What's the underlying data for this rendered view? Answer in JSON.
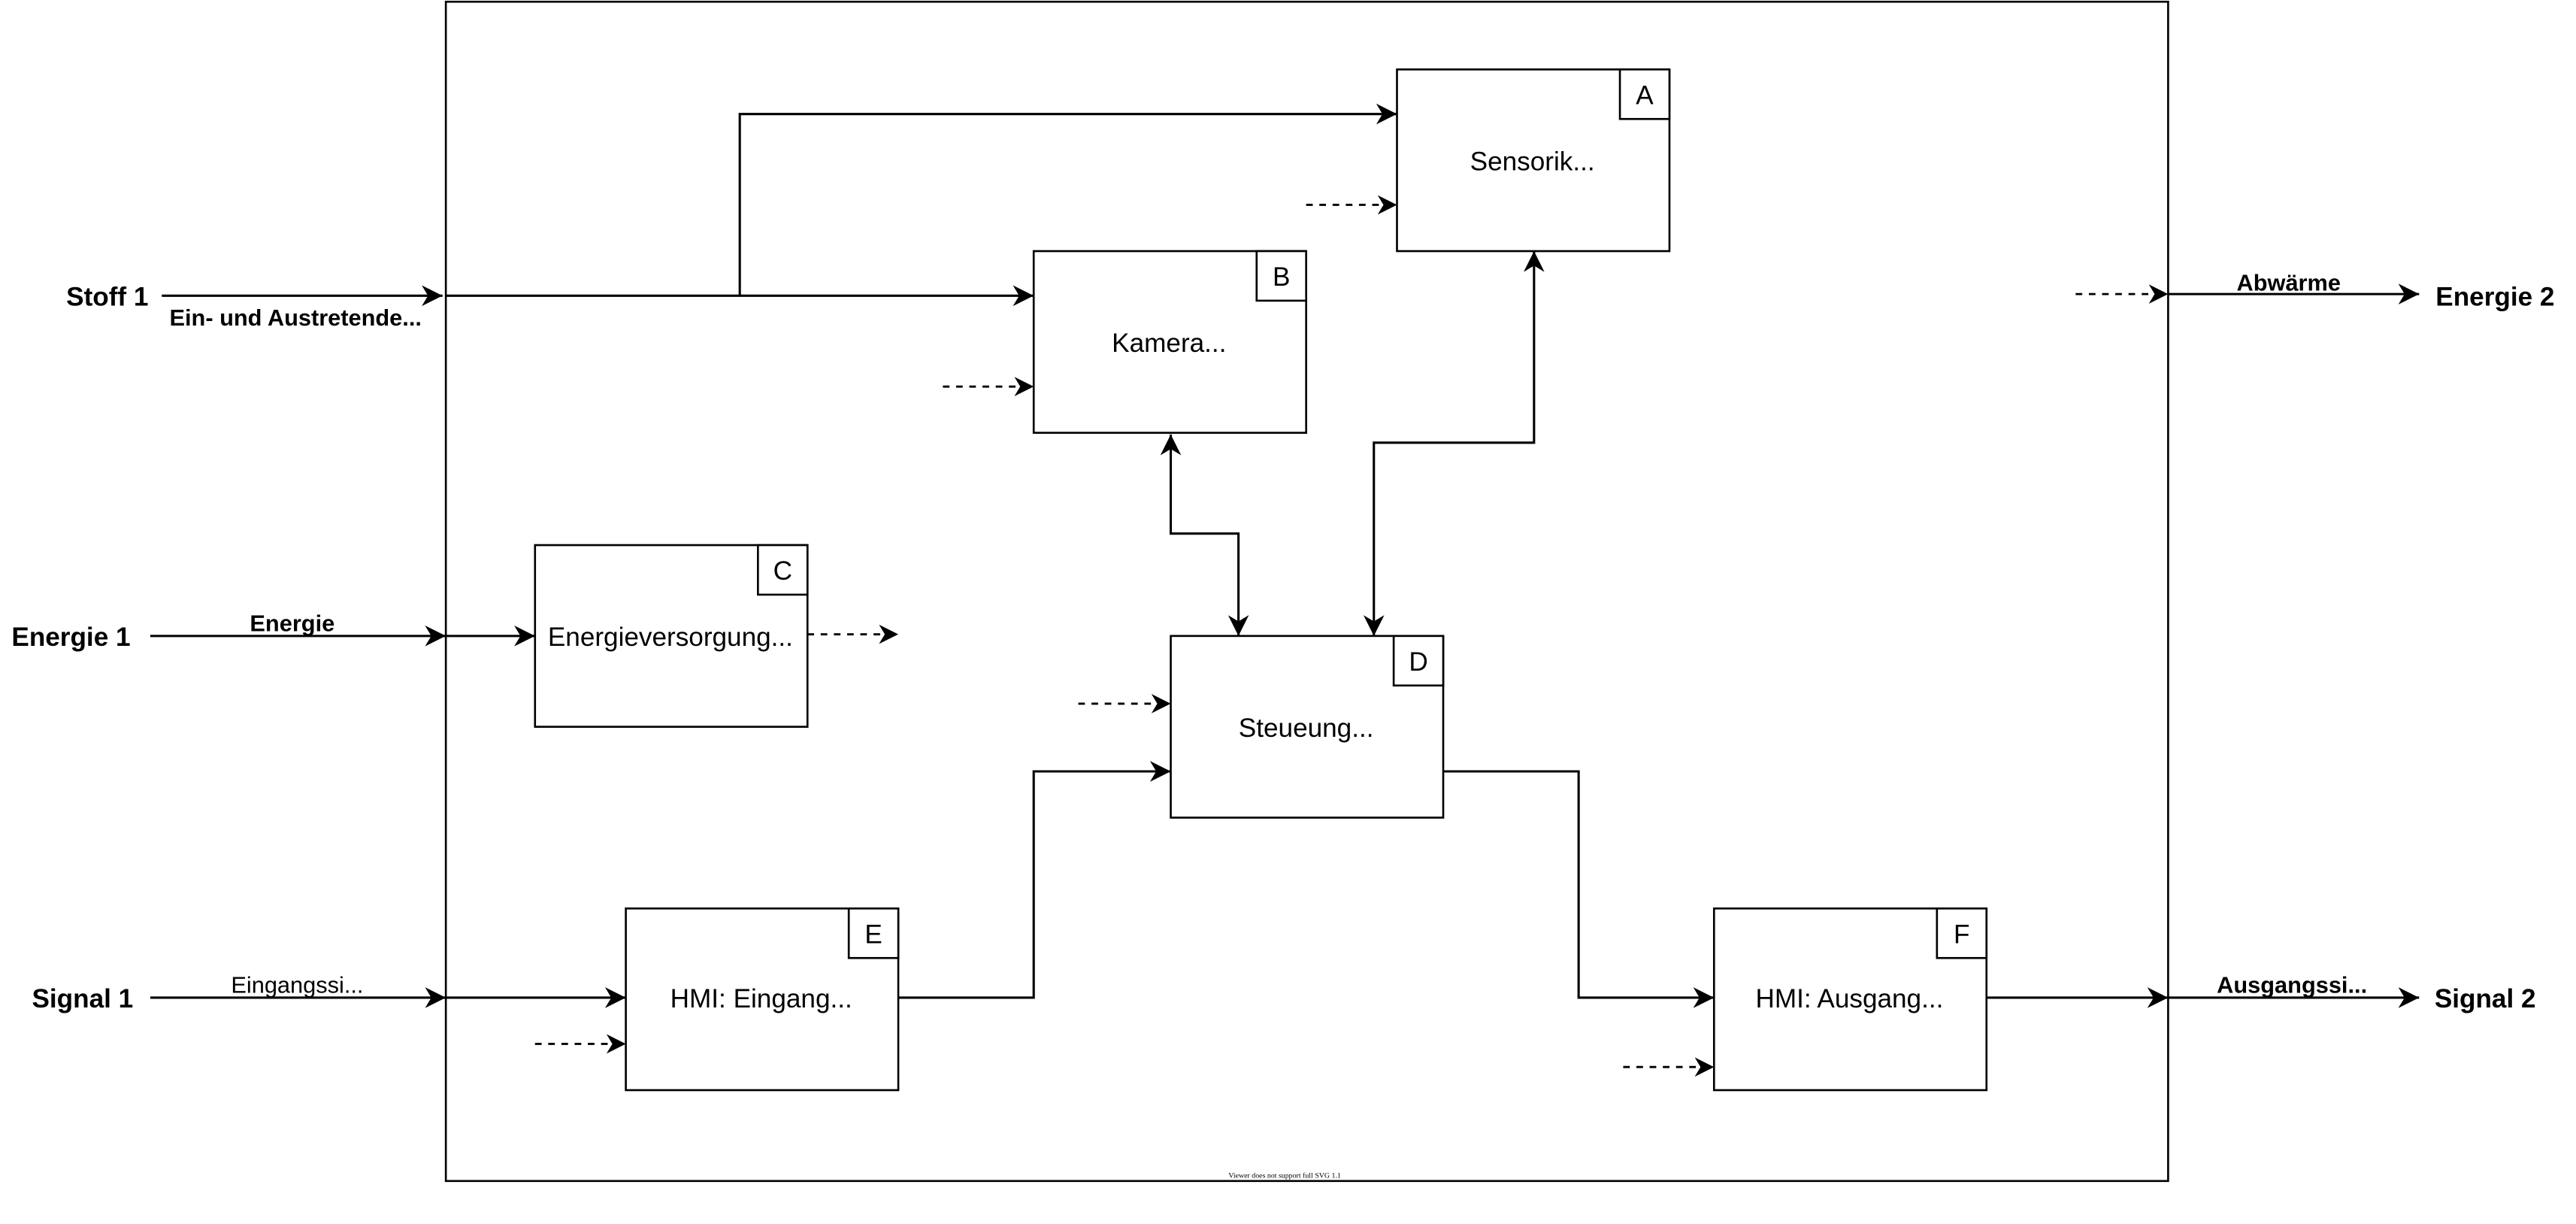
{
  "diagram": {
    "system_boundary_notice": "Viewer does not support full SVG 1.1",
    "inputs": {
      "stoff1": {
        "label": "Stoff 1",
        "edge_label": "Ein- und Austretende..."
      },
      "energie1": {
        "label": "Energie 1",
        "edge_label": "Energie"
      },
      "signal1": {
        "label": "Signal 1",
        "edge_label": "Eingangssi..."
      }
    },
    "outputs": {
      "energie2": {
        "label": "Energie 2",
        "edge_label": "Abwärme"
      },
      "signal2": {
        "label": "Signal 2",
        "edge_label": "Ausgangssi..."
      }
    },
    "blocks": {
      "sensorik": {
        "label": "Sensorik...",
        "tag": "A"
      },
      "kamera": {
        "label": "Kamera...",
        "tag": "B"
      },
      "energieversorgung": {
        "label": "Energieversorgung...",
        "tag": "C"
      },
      "steuerung": {
        "label": "Steueung...",
        "tag": "D"
      },
      "hmi_eingang": {
        "label": "HMI: Eingang...",
        "tag": "E"
      },
      "hmi_ausgang": {
        "label": "HMI: Ausgang...",
        "tag": "F"
      }
    }
  }
}
